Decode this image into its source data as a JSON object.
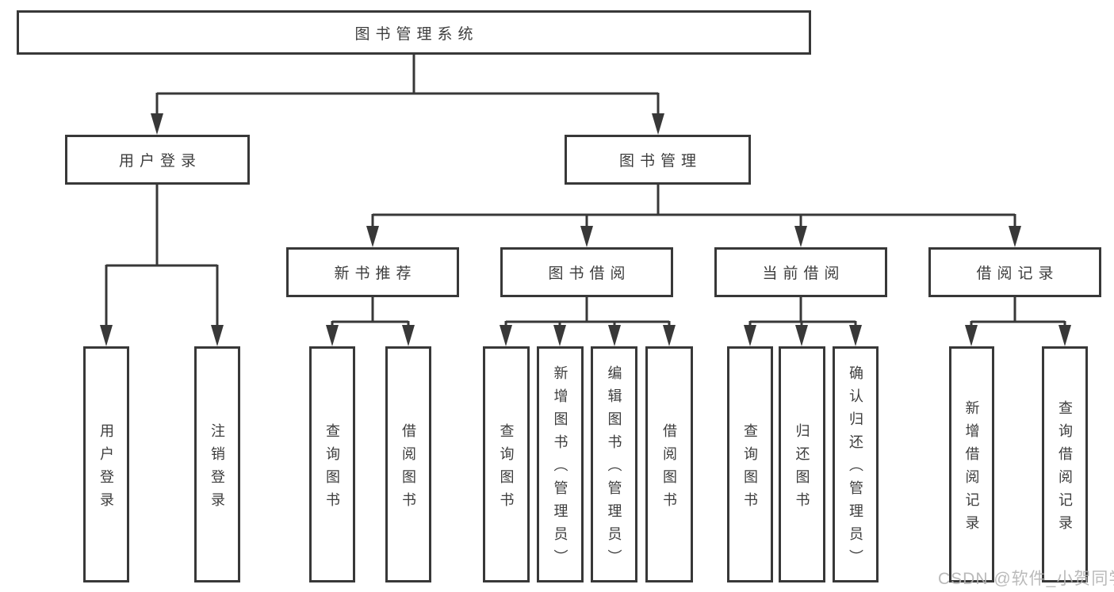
{
  "diagram_title": "图书管理系统",
  "tree": {
    "label": "图书管理系统",
    "children": [
      {
        "label": "用户登录",
        "children": [
          {
            "label": "用户登录"
          },
          {
            "label": "注销登录"
          }
        ]
      },
      {
        "label": "图书管理",
        "children": [
          {
            "label": "新书推荐",
            "children": [
              {
                "label": "查询图书"
              },
              {
                "label": "借阅图书"
              }
            ]
          },
          {
            "label": "图书借阅",
            "children": [
              {
                "label": "查询图书"
              },
              {
                "label": "新增图书（管理员）"
              },
              {
                "label": "编辑图书（管理员）"
              },
              {
                "label": "借阅图书"
              }
            ]
          },
          {
            "label": "当前借阅",
            "children": [
              {
                "label": "查询图书"
              },
              {
                "label": "归还图书"
              },
              {
                "label": "确认归还（管理员）"
              }
            ]
          },
          {
            "label": "借阅记录",
            "children": [
              {
                "label": "新增借阅记录"
              },
              {
                "label": "查询借阅记录"
              }
            ]
          }
        ]
      }
    ]
  },
  "watermark": "CSDN @软件_小贺同学",
  "colors": {
    "line": "#383838",
    "text": "#3d3d3d",
    "box_fill": "#ffffff",
    "watermark": "#b2b2b2"
  }
}
